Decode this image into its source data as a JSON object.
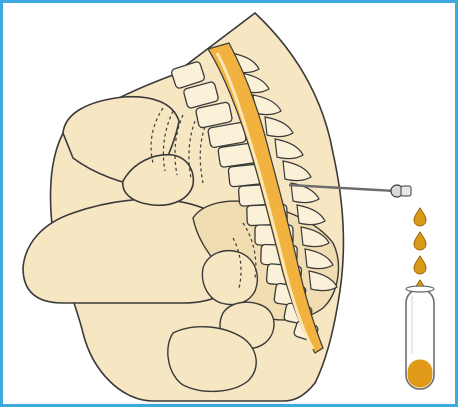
{
  "figure": {
    "subject": "lumbar-puncture",
    "colors": {
      "frame": "#3fa9df",
      "skin": "#f7e6c2",
      "skin_shadow": "#efd8aa",
      "outline": "#3a3a3a",
      "vertebra_fill": "#fbf0d8",
      "spinal_cord": "#f2b23f",
      "csf": "#e4a11b",
      "needle": "#6d6d6d",
      "drop": "#d99a17",
      "tube_glass": "#ffffff",
      "tube_fluid": "#e09a18"
    },
    "drops": 4,
    "tube_fill_fraction": 0.28
  }
}
